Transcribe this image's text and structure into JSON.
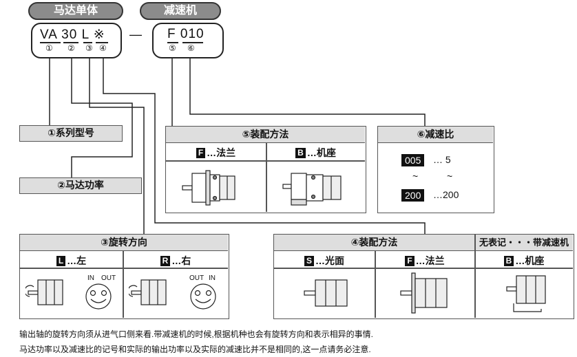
{
  "header": {
    "motor_label": "马达单体",
    "reducer_label": "减速机"
  },
  "code": {
    "motor_code": "VA 30 L ※",
    "dash": "—",
    "reducer_code": "F 010",
    "markers": [
      "①",
      "②",
      "③",
      "④",
      "⑤",
      "⑥"
    ]
  },
  "labels": {
    "series": "①系列型号",
    "power": "②马达功率"
  },
  "mount_gear": {
    "title": "⑤装配方法",
    "options": [
      {
        "key": "F",
        "text": "…法兰"
      },
      {
        "key": "B",
        "text": "…机座"
      }
    ]
  },
  "ratio": {
    "title": "⑥减速比",
    "rows": [
      {
        "key": "005",
        "text": "… 5"
      },
      {
        "key": "200",
        "text": "…200"
      }
    ],
    "tilde": "~"
  },
  "rotation": {
    "title": "③旋转方向",
    "options": [
      {
        "key": "L",
        "text": "…左"
      },
      {
        "key": "R",
        "text": "…右"
      }
    ],
    "port_in": "IN",
    "port_out": "OUT"
  },
  "mount_motor": {
    "title": "④装配方法",
    "extra_title": "无表记・・・带减速机",
    "options": [
      {
        "key": "S",
        "text": "…光面"
      },
      {
        "key": "F",
        "text": "…法兰"
      },
      {
        "key": "B",
        "text": "…机座"
      }
    ]
  },
  "notes": [
    "输出轴的旋转方向须从进气口侧来看.带减速机的时候,根据机种也会有旋转方向和表示相异的事情.",
    "马达功率以及减速比的记号和实际的输出功率以及实际的减速比并不是相同的,这一点请务必注意."
  ]
}
